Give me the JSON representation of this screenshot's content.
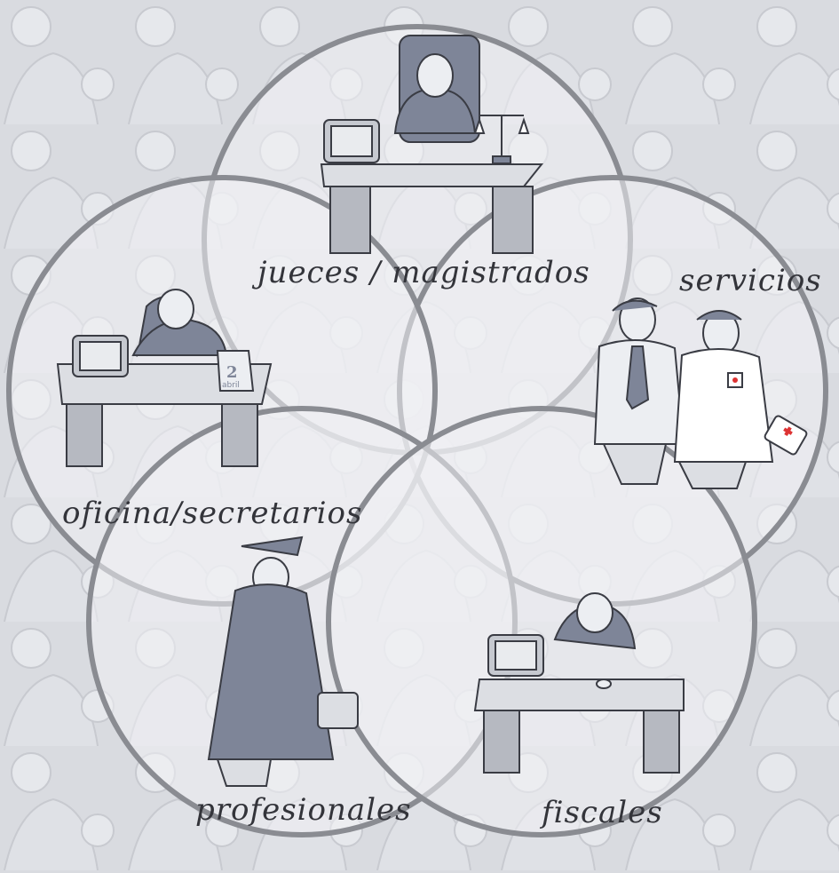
{
  "groups": [
    {
      "key": "jueces",
      "label": "jueces / magistrados"
    },
    {
      "key": "servicios",
      "label": "servicios"
    },
    {
      "key": "oficina",
      "label": "oficina/secretarios"
    },
    {
      "key": "profesionales",
      "label": "profesionales"
    },
    {
      "key": "fiscales",
      "label": "fiscales"
    }
  ],
  "calendar": {
    "day": "2",
    "month": "abril"
  },
  "colors": {
    "background": "#d9dbe0",
    "figure": "#7e8598",
    "figure_light": "#eceef2",
    "outline": "#8a8c92",
    "text": "#33343a",
    "cross": "#d33"
  }
}
